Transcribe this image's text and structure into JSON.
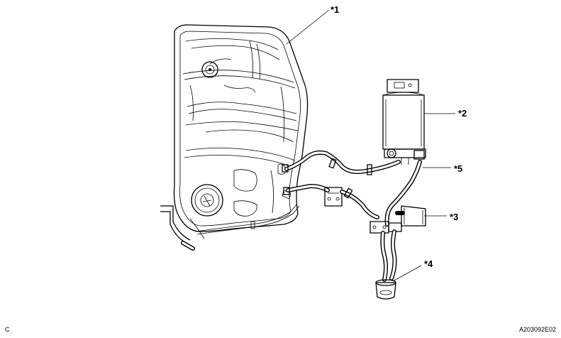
{
  "callouts": [
    {
      "id": "1",
      "label": "*1"
    },
    {
      "id": "2",
      "label": "*2"
    },
    {
      "id": "3",
      "label": "*3"
    },
    {
      "id": "4",
      "label": "*4"
    },
    {
      "id": "5",
      "label": "*5"
    }
  ],
  "corner_letter": "C",
  "figure_code": "A203092E02"
}
